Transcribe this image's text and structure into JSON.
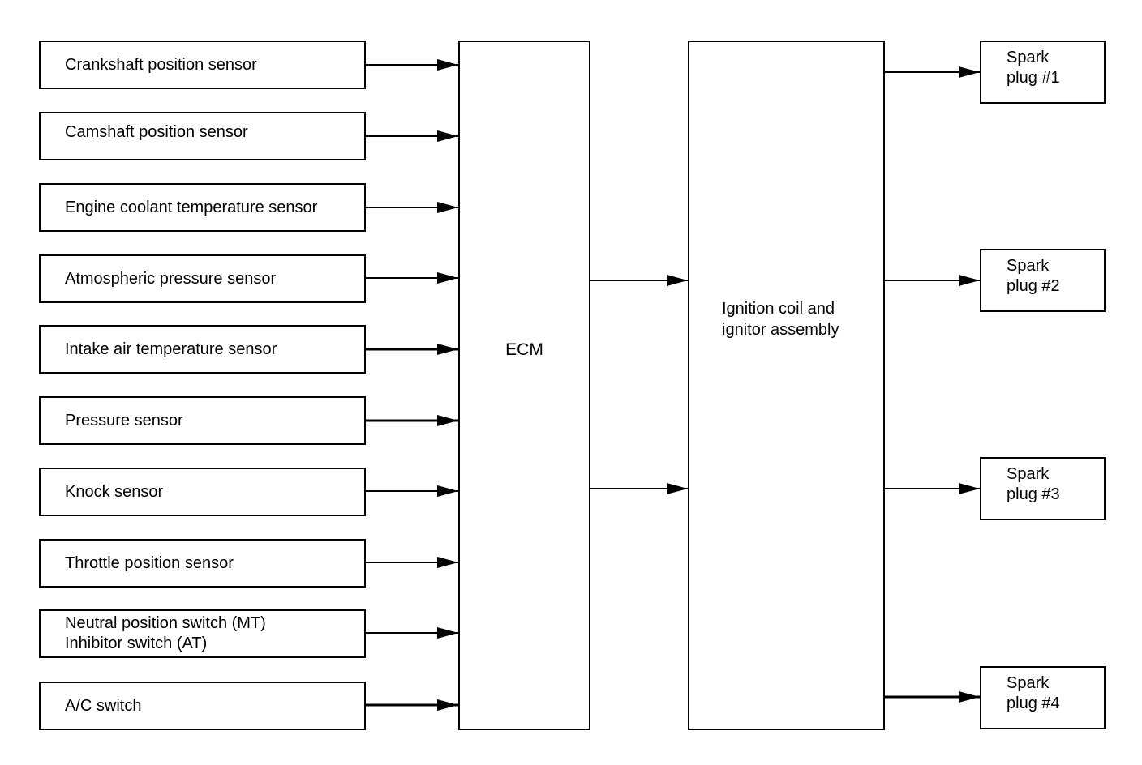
{
  "sensors": [
    {
      "lines": [
        "Crankshaft position sensor"
      ]
    },
    {
      "lines": [
        "Camshaft position sensor"
      ]
    },
    {
      "lines": [
        "Engine coolant temperature sensor"
      ]
    },
    {
      "lines": [
        "Atmospheric pressure sensor"
      ]
    },
    {
      "lines": [
        "Intake air temperature sensor"
      ]
    },
    {
      "lines": [
        "Pressure sensor"
      ]
    },
    {
      "lines": [
        "Knock sensor"
      ]
    },
    {
      "lines": [
        "Throttle position sensor"
      ]
    },
    {
      "lines": [
        "Neutral position switch (MT)",
        "Inhibitor switch (AT)"
      ]
    },
    {
      "lines": [
        "A/C switch"
      ]
    }
  ],
  "ecm": {
    "label": "ECM"
  },
  "coil": {
    "lines": [
      "Ignition coil and",
      "ignitor assembly"
    ]
  },
  "plugs": [
    {
      "lines": [
        "Spark",
        "plug #1"
      ]
    },
    {
      "lines": [
        "Spark",
        "plug #2"
      ]
    },
    {
      "lines": [
        "Spark",
        "plug #3"
      ]
    },
    {
      "lines": [
        "Spark",
        "plug #4"
      ]
    }
  ]
}
